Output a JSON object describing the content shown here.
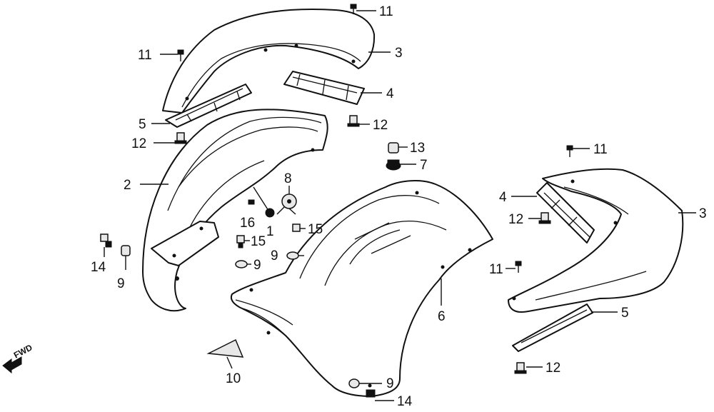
{
  "diagram": {
    "direction_label": "FWD",
    "callouts": [
      "11",
      "11",
      "3",
      "4",
      "5",
      "12",
      "12",
      "2",
      "13",
      "7",
      "8",
      "16",
      "1",
      "15",
      "15",
      "9",
      "9",
      "14",
      "9",
      "6",
      "10",
      "9",
      "14",
      "11",
      "4",
      "12",
      "3",
      "11",
      "5",
      "12"
    ]
  }
}
